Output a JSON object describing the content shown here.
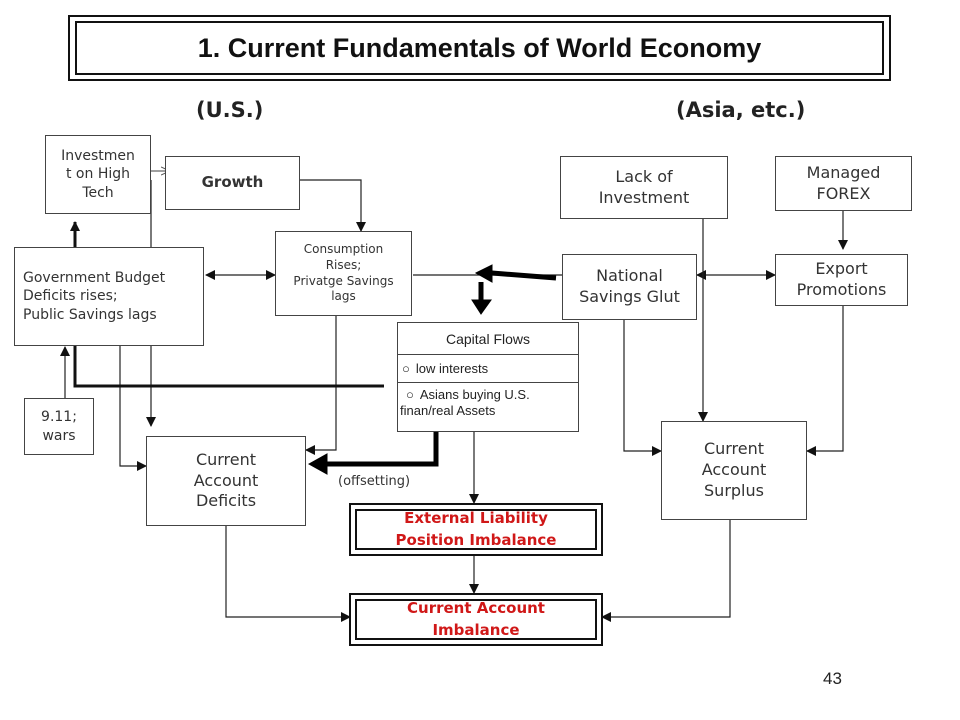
{
  "title": "1. Current Fundamentals of World Economy",
  "regions": {
    "left": "(U.S.)",
    "right": "(Asia, etc.)"
  },
  "nodes": {
    "investment_high_tech": [
      "Investmen",
      "t on High",
      "Tech"
    ],
    "growth": "Growth",
    "gov_budget": [
      "Government Budget",
      "Deficits rises;",
      "Public Savings lags"
    ],
    "consumption": [
      "Consumption",
      "Rises;",
      "Privatge Savings",
      "lags"
    ],
    "wars": [
      "9.11;",
      "wars"
    ],
    "ca_deficits": [
      "Current",
      "Account",
      "Deficits"
    ],
    "lack_investment": [
      "Lack of",
      "Investment"
    ],
    "managed_forex": [
      "Managed",
      "FOREX"
    ],
    "national_savings": [
      "National",
      "Savings Glut"
    ],
    "export_promotions": [
      "Export",
      "Promotions"
    ],
    "ca_surplus": [
      "Current",
      "Account",
      "Surplus"
    ],
    "external_liability": [
      "External Liability",
      "Position Imbalance"
    ],
    "ca_imbalance": [
      "Current Account",
      "Imbalance"
    ]
  },
  "capital_flows": {
    "header": "Capital Flows",
    "items": [
      "low interests",
      [
        "Asians buying U.S.",
        "finan/real Assets"
      ]
    ]
  },
  "offsetting_label": "(offsetting)",
  "page_number": "43",
  "colors": {
    "highlight_text": "#d01818",
    "line": "#111111"
  }
}
